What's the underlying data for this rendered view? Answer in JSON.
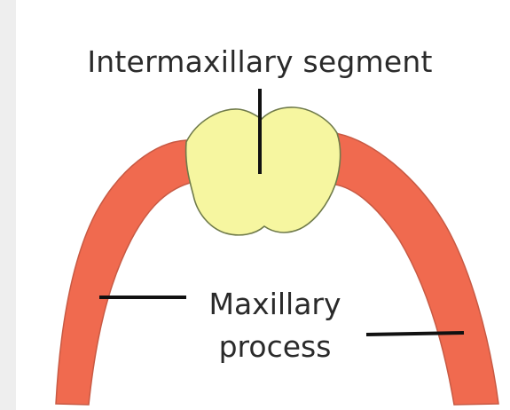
{
  "diagram": {
    "labels": {
      "intermaxillary_segment": "Intermaxillary segment",
      "maxillary_process_line1": "Maxillary",
      "maxillary_process_line2": "process"
    },
    "colors": {
      "background": "#ffffff",
      "border_left": "#eeeeee",
      "maxillary_process_fill": "#f06a4f",
      "maxillary_process_stroke": "#c85a44",
      "intermaxillary_fill": "#f6f6a0",
      "intermaxillary_stroke": "#6f7a4a",
      "pointer_line": "#111111",
      "text": "#2a2a2a"
    }
  }
}
